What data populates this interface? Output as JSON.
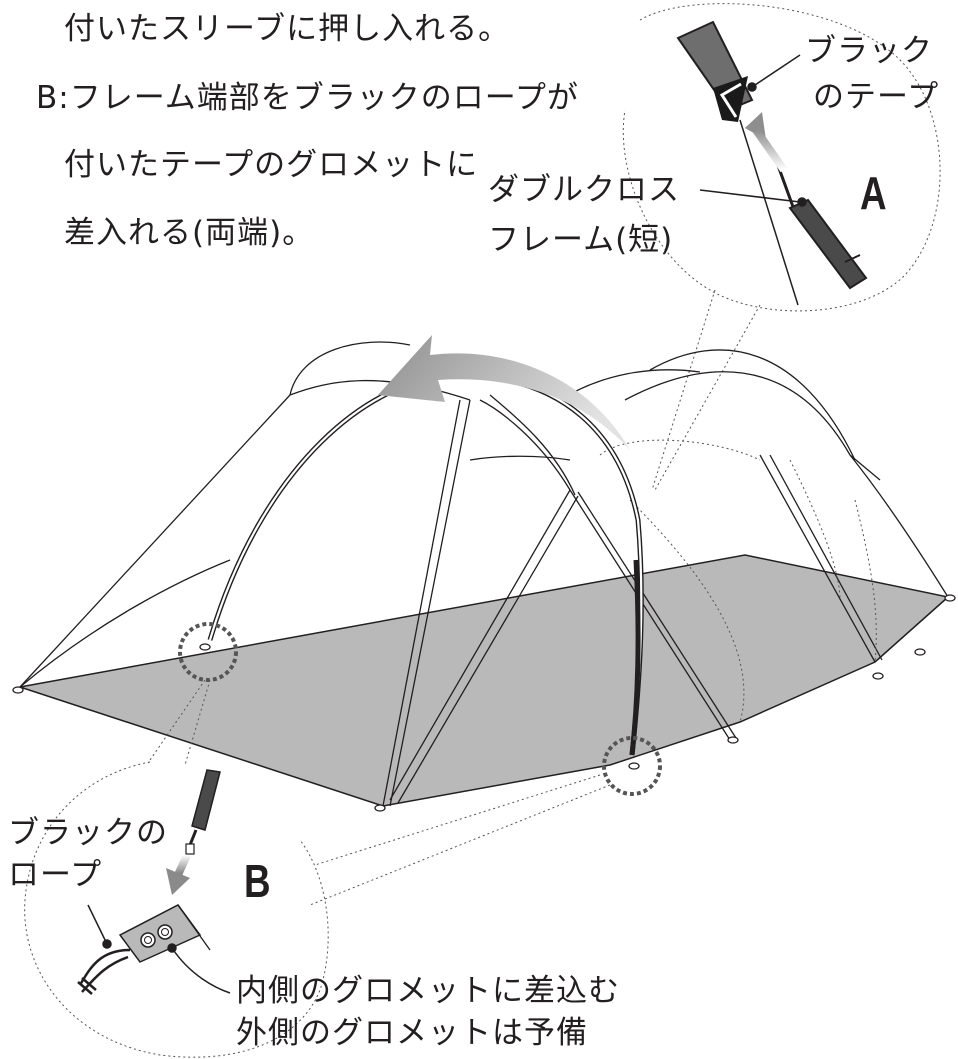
{
  "instructions": {
    "line1": "付いたスリーブに押し入れる。",
    "line2": "B:フレーム端部をブラックのロープが",
    "line3": "付いたテープのグロメットに",
    "line4": "差入れる(両端)。"
  },
  "detail_a": {
    "marker": "A",
    "black_tape_line1": "ブラック",
    "black_tape_line2": "のテープ",
    "frame_line1": "ダブルクロス",
    "frame_line2": "フレーム(短)"
  },
  "detail_b": {
    "marker": "B",
    "black_rope_line1": "ブラックの",
    "black_rope_line2": "ロープ",
    "inner_grommet": "内側のグロメットに差込む",
    "outer_grommet": "外側のグロメットは予備"
  },
  "colors": {
    "floor": "#b9b9b9",
    "line": "#231f20",
    "arrow": "#9a9a9a",
    "frame_dark": "#4a4a4a"
  }
}
